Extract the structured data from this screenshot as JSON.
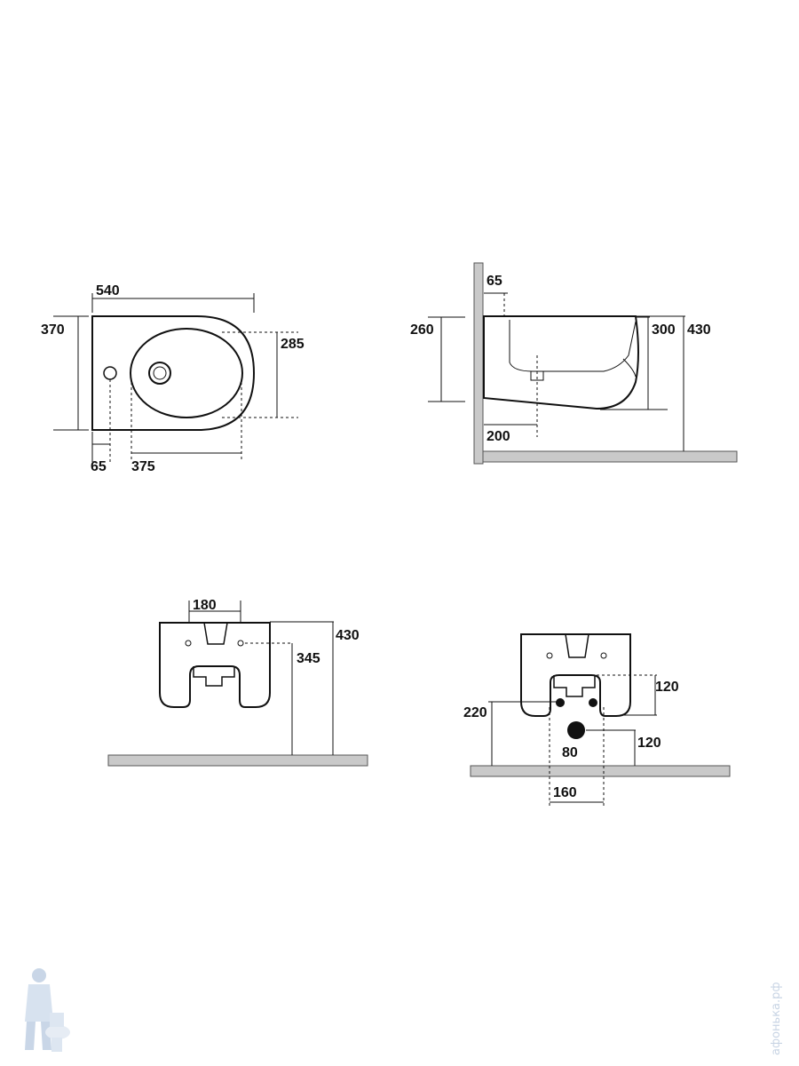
{
  "top_view": {
    "width": "540",
    "depth": "370",
    "bowl_width": "285",
    "hole_offset": "65",
    "bowl_length": "375"
  },
  "side_view": {
    "wall_gap": "65",
    "mount_height": "260",
    "rim_offset": "300",
    "total_height": "430",
    "drain_offset": "200"
  },
  "front_view": {
    "top_width": "180",
    "bolt_height": "345",
    "total_height": "430"
  },
  "rear_view": {
    "upper_offset": "120",
    "inlet_height": "220",
    "drain_height": "120",
    "drain_diameter": "80",
    "bolt_spacing": "160"
  },
  "watermark": {
    "text": "афонька.рф",
    "logo_icon": "plumber-with-toilet-icon"
  }
}
